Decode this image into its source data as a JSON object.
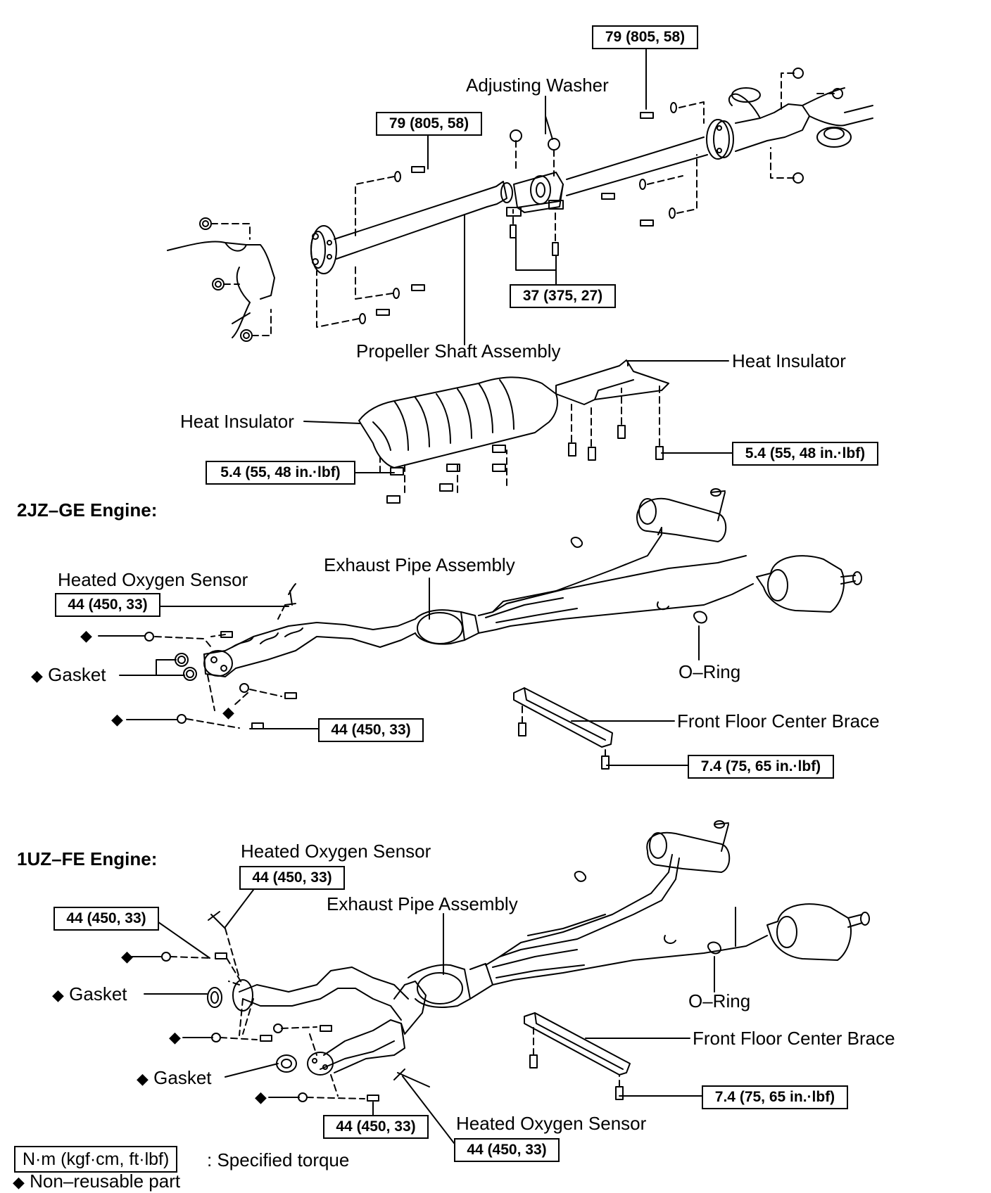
{
  "top": {
    "torque_left": "79 (805, 58)",
    "torque_right": "79 (805, 58)",
    "adjusting_washer": "Adjusting Washer",
    "torque_center_bearing": "37 (375, 27)",
    "propeller_shaft": "Propeller Shaft Assembly",
    "heat_insulator_right": "Heat Insulator",
    "heat_insulator_left": "Heat Insulator",
    "torque_insulator_left": "5.4 (55, 48 in.·lbf)",
    "torque_insulator_right": "5.4 (55, 48 in.·lbf)"
  },
  "engine_2jz": {
    "header": "2JZ–GE Engine:",
    "heated_oxygen_sensor": "Heated Oxygen Sensor",
    "torque_sensor": "44 (450, 33)",
    "exhaust_pipe": "Exhaust Pipe Assembly",
    "gasket": "Gasket",
    "torque_flange": "44 (450, 33)",
    "o_ring": "O–Ring",
    "brace": "Front Floor Center Brace",
    "torque_brace": "7.4 (75, 65 in.·lbf)"
  },
  "engine_1uz": {
    "header": "1UZ–FE Engine:",
    "heated_oxygen_sensor_top": "Heated Oxygen Sensor",
    "torque_sensor_top": "44 (450, 33)",
    "torque_stud": "44 (450, 33)",
    "exhaust_pipe": "Exhaust Pipe Assembly",
    "gasket_upper": "Gasket",
    "gasket_lower": "Gasket",
    "o_ring": "O–Ring",
    "brace": "Front Floor Center Brace",
    "torque_brace": "7.4 (75, 65 in.·lbf)",
    "torque_flange_lower": "44 (450, 33)",
    "heated_oxygen_sensor_bottom": "Heated Oxygen Sensor",
    "torque_sensor_bottom": "44 (450, 33)"
  },
  "legend": {
    "torque_unit": "N·m (kgf·cm, ft·lbf)",
    "torque_desc": ": Specified torque",
    "non_reusable_symbol": "◆",
    "non_reusable": "Non–reusable part"
  }
}
